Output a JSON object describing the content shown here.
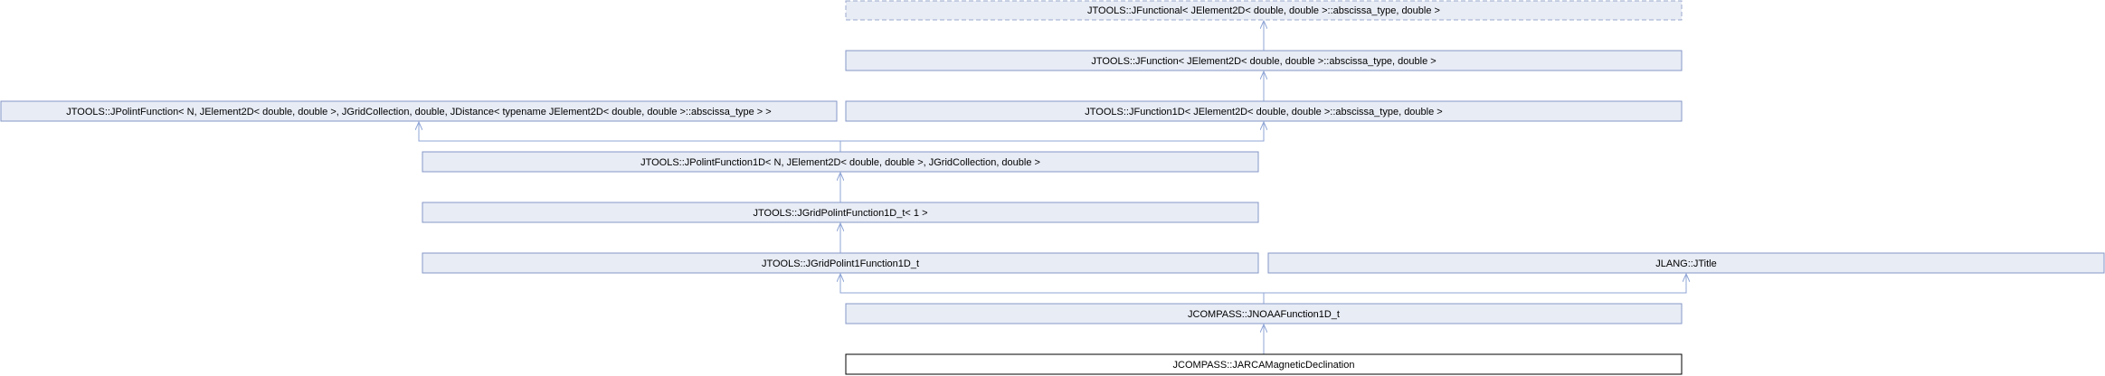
{
  "diagram": {
    "nodes": {
      "jfunctional": {
        "label": "JTOOLS::JFunctional< JElement2D< double, double >::abscissa_type, double >",
        "style": "dashed"
      },
      "jfunction": {
        "label": "JTOOLS::JFunction< JElement2D< double, double >::abscissa_type, double >",
        "style": "normal"
      },
      "jpolintfunction": {
        "label": "JTOOLS::JPolintFunction< N, JElement2D< double, double >, JGridCollection, double, JDistance< typename JElement2D< double, double >::abscissa_type > >",
        "style": "normal"
      },
      "jfunction1d": {
        "label": "JTOOLS::JFunction1D< JElement2D< double, double >::abscissa_type, double >",
        "style": "normal"
      },
      "jpolintfunction1d": {
        "label": "JTOOLS::JPolintFunction1D< N, JElement2D< double, double >, JGridCollection, double >",
        "style": "normal"
      },
      "jgridpolintfunction1d_t1": {
        "label": "JTOOLS::JGridPolintFunction1D_t< 1 >",
        "style": "normal"
      },
      "jgridpolint1function1d_t": {
        "label": "JTOOLS::JGridPolint1Function1D_t",
        "style": "normal"
      },
      "jtitle": {
        "label": "JLANG::JTitle",
        "style": "normal"
      },
      "jnoaafunction1d_t": {
        "label": "JCOMPASS::JNOAAFunction1D_t",
        "style": "normal"
      },
      "jarcamagneticdeclination": {
        "label": "JCOMPASS::JARCAMagneticDeclination",
        "style": "highlight"
      }
    },
    "edges": [
      [
        "jfunction",
        "jfunctional"
      ],
      [
        "jfunction1d",
        "jfunction"
      ],
      [
        "jpolintfunction1d",
        "jpolintfunction"
      ],
      [
        "jpolintfunction1d",
        "jfunction1d"
      ],
      [
        "jgridpolintfunction1d_t1",
        "jpolintfunction1d"
      ],
      [
        "jgridpolint1function1d_t",
        "jgridpolintfunction1d_t1"
      ],
      [
        "jnoaafunction1d_t",
        "jgridpolint1function1d_t"
      ],
      [
        "jnoaafunction1d_t",
        "jtitle"
      ],
      [
        "jarcamagneticdeclination",
        "jnoaafunction1d_t"
      ]
    ],
    "colors": {
      "node_fill": "#e8ecf5",
      "node_border": "#8497c7",
      "dashed_border": "#9aa8cc",
      "edge": "#8fa5d6",
      "highlight_fill": "#ffffff",
      "highlight_border": "#000000"
    }
  }
}
